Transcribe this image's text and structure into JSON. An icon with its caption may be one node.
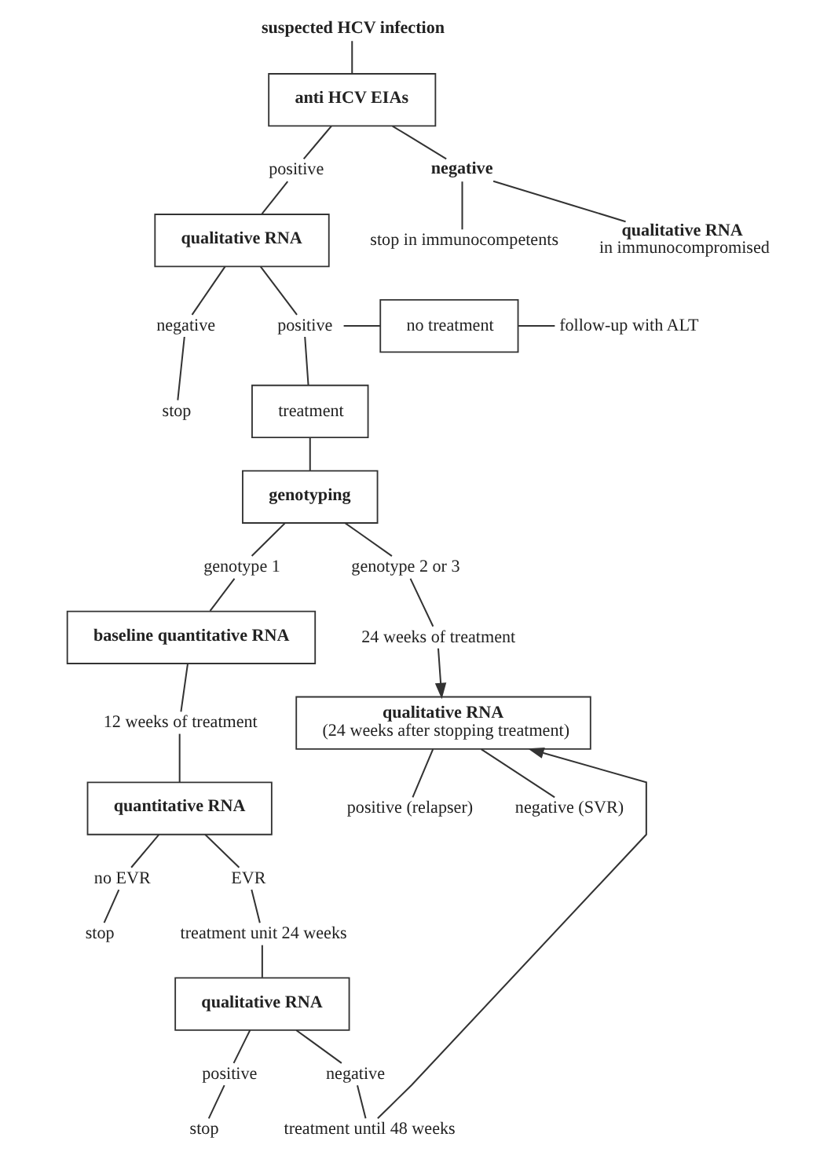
{
  "diagram": {
    "nodes": [
      {
        "text": [
          "suspected HCV infection"
        ]
      },
      {
        "text": [
          "anti HCV EIAs"
        ]
      },
      {
        "text": [
          "positive"
        ]
      },
      {
        "text": [
          "negative"
        ]
      },
      {
        "text": [
          "stop in immunocompetents"
        ]
      },
      {
        "text": [
          "qualitative RNA",
          "in immunocompromised"
        ]
      },
      {
        "text": [
          "qualitative RNA"
        ]
      },
      {
        "text": [
          "negative"
        ]
      },
      {
        "text": [
          "positive"
        ]
      },
      {
        "text": [
          "stop"
        ]
      },
      {
        "text": [
          "no treatment"
        ]
      },
      {
        "text": [
          "follow-up with ALT"
        ]
      },
      {
        "text": [
          "treatment"
        ]
      },
      {
        "text": [
          "genotyping"
        ]
      },
      {
        "text": [
          "genotype 1"
        ]
      },
      {
        "text": [
          "genotype 2 or 3"
        ]
      },
      {
        "text": [
          "baseline quantitative RNA"
        ]
      },
      {
        "text": [
          "24 weeks of treatment"
        ]
      },
      {
        "text": [
          "12 weeks of treatment"
        ]
      },
      {
        "text": [
          "quantitative RNA"
        ]
      },
      {
        "text": [
          "qualitative RNA",
          "(24 weeks after stopping treatment)"
        ]
      },
      {
        "text": [
          "positive (relapser)"
        ]
      },
      {
        "text": [
          "negative (SVR)"
        ]
      },
      {
        "text": [
          "no EVR"
        ]
      },
      {
        "text": [
          "EVR"
        ]
      },
      {
        "text": [
          "stop"
        ]
      },
      {
        "text": [
          "treatment unit 24 weeks"
        ]
      },
      {
        "text": [
          "qualitative RNA"
        ]
      },
      {
        "text": [
          "positive"
        ]
      },
      {
        "text": [
          "negative"
        ]
      },
      {
        "text": [
          "stop"
        ]
      },
      {
        "text": [
          "treatment until 48 weeks"
        ]
      }
    ],
    "edges": [
      {
        "from": 0,
        "to": 1,
        "arrow": "none"
      },
      {
        "from": 1,
        "to": 2,
        "arrow": "none"
      },
      {
        "from": 1,
        "to": 3,
        "arrow": "none"
      },
      {
        "from": 3,
        "to": 4,
        "arrow": "none"
      },
      {
        "from": 3,
        "to": 5,
        "arrow": "none"
      },
      {
        "from": 2,
        "to": 6,
        "arrow": "none"
      },
      {
        "from": 6,
        "to": 7,
        "arrow": "none"
      },
      {
        "from": 6,
        "to": 8,
        "arrow": "none"
      },
      {
        "from": 7,
        "to": 9,
        "arrow": "none"
      },
      {
        "from": 8,
        "to": 10,
        "arrow": "none"
      },
      {
        "from": 10,
        "to": 11,
        "arrow": "none"
      },
      {
        "from": 8,
        "to": 12,
        "arrow": "none"
      },
      {
        "from": 12,
        "to": 13,
        "arrow": "none"
      },
      {
        "from": 13,
        "to": 14,
        "arrow": "none"
      },
      {
        "from": 13,
        "to": 15,
        "arrow": "none"
      },
      {
        "from": 14,
        "to": 16,
        "arrow": "none"
      },
      {
        "from": 15,
        "to": 17,
        "arrow": "none"
      },
      {
        "from": 16,
        "to": 18,
        "arrow": "none"
      },
      {
        "from": 18,
        "to": 19,
        "arrow": "none"
      },
      {
        "from": 17,
        "to": 20,
        "arrow": "to"
      },
      {
        "from": 20,
        "to": 21,
        "arrow": "none"
      },
      {
        "from": 20,
        "to": 22,
        "arrow": "none"
      },
      {
        "from": 19,
        "to": 23,
        "arrow": "none"
      },
      {
        "from": 19,
        "to": 24,
        "arrow": "none"
      },
      {
        "from": 23,
        "to": 25,
        "arrow": "none"
      },
      {
        "from": 24,
        "to": 26,
        "arrow": "none"
      },
      {
        "from": 26,
        "to": 27,
        "arrow": "none"
      },
      {
        "from": 27,
        "to": 28,
        "arrow": "none"
      },
      {
        "from": 27,
        "to": 29,
        "arrow": "none"
      },
      {
        "from": 28,
        "to": 30,
        "arrow": "none"
      },
      {
        "from": 29,
        "to": 31,
        "arrow": "none"
      },
      {
        "from": 31,
        "to": 20,
        "arrow": "to"
      }
    ]
  }
}
